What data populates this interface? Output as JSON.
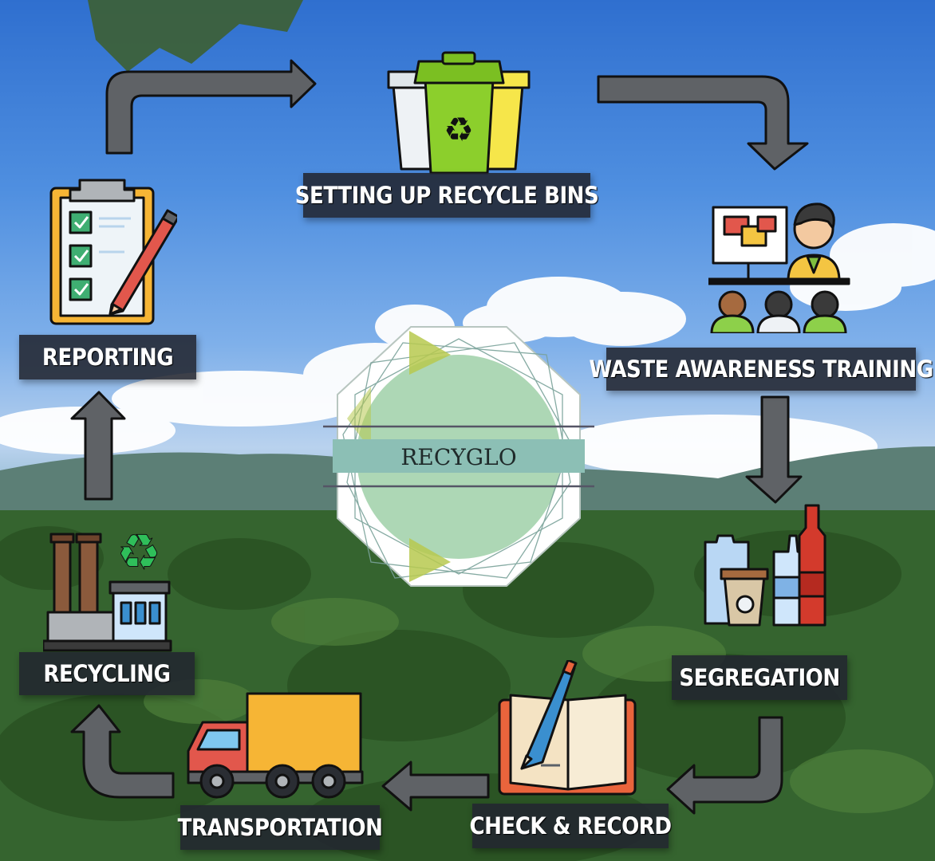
{
  "diagram": {
    "center_logo_text": "RECYGLO",
    "steps": [
      {
        "id": "setting-up-recycle-bins",
        "label": "SETTING UP RECYCLE BINS",
        "icon": "recycle-bins-icon"
      },
      {
        "id": "waste-awareness-training",
        "label": "WASTE AWARENESS TRAINING",
        "icon": "training-presentation-icon"
      },
      {
        "id": "segregation",
        "label": "SEGREGATION",
        "icon": "segregated-waste-icon"
      },
      {
        "id": "check-record",
        "label": "CHECK & RECORD",
        "icon": "notebook-pen-icon"
      },
      {
        "id": "transportation",
        "label": "TRANSPORTATION",
        "icon": "truck-icon"
      },
      {
        "id": "recycling",
        "label": "RECYCLING",
        "icon": "recycling-factory-icon"
      },
      {
        "id": "reporting",
        "label": "REPORTING",
        "icon": "clipboard-checklist-icon"
      }
    ],
    "colors": {
      "label_bg": "#22262f",
      "arrow_fill": "#5f6266",
      "bin_green": "#8ccf2c",
      "bin_yellow": "#f6e64a",
      "logo_green": "#9fd0a8"
    }
  }
}
